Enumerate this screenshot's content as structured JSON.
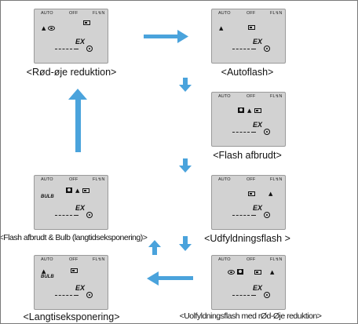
{
  "lcd_header": {
    "auto": "AUTO",
    "off": "OFF",
    "flash": "FL↯N"
  },
  "lcd_readout": {
    "bulb": "BULB",
    "ex": "EX"
  },
  "panels": {
    "rod_oje": {
      "caption": "<Rød-øje reduktion>"
    },
    "autoflash": {
      "caption": "<Autoflash>"
    },
    "flash_afbrudt": {
      "caption": "<Flash afbrudt>"
    },
    "udfyldningsflash": {
      "caption": "<Udfyldningsflash >"
    },
    "flash_afbrudt_bulb": {
      "caption": "<Flash afbrudt & Bulb (langtidseksponering)>"
    },
    "langtidseksponering": {
      "caption": "<Langtiseksponering>"
    },
    "udfyldningsflash_rod_oje": {
      "caption": "<Uolfyldningsflash med rØd-Øje reduktion>"
    }
  },
  "colors": {
    "arrow": "#4aa3dc",
    "lcd_bg": "#d2d2d2",
    "border": "#7a7a7a"
  },
  "icons": [
    "red-eye-icon",
    "auto-triangle-icon",
    "flash-off-moon-icon",
    "exposure-mode-icon",
    "dial-icon"
  ]
}
